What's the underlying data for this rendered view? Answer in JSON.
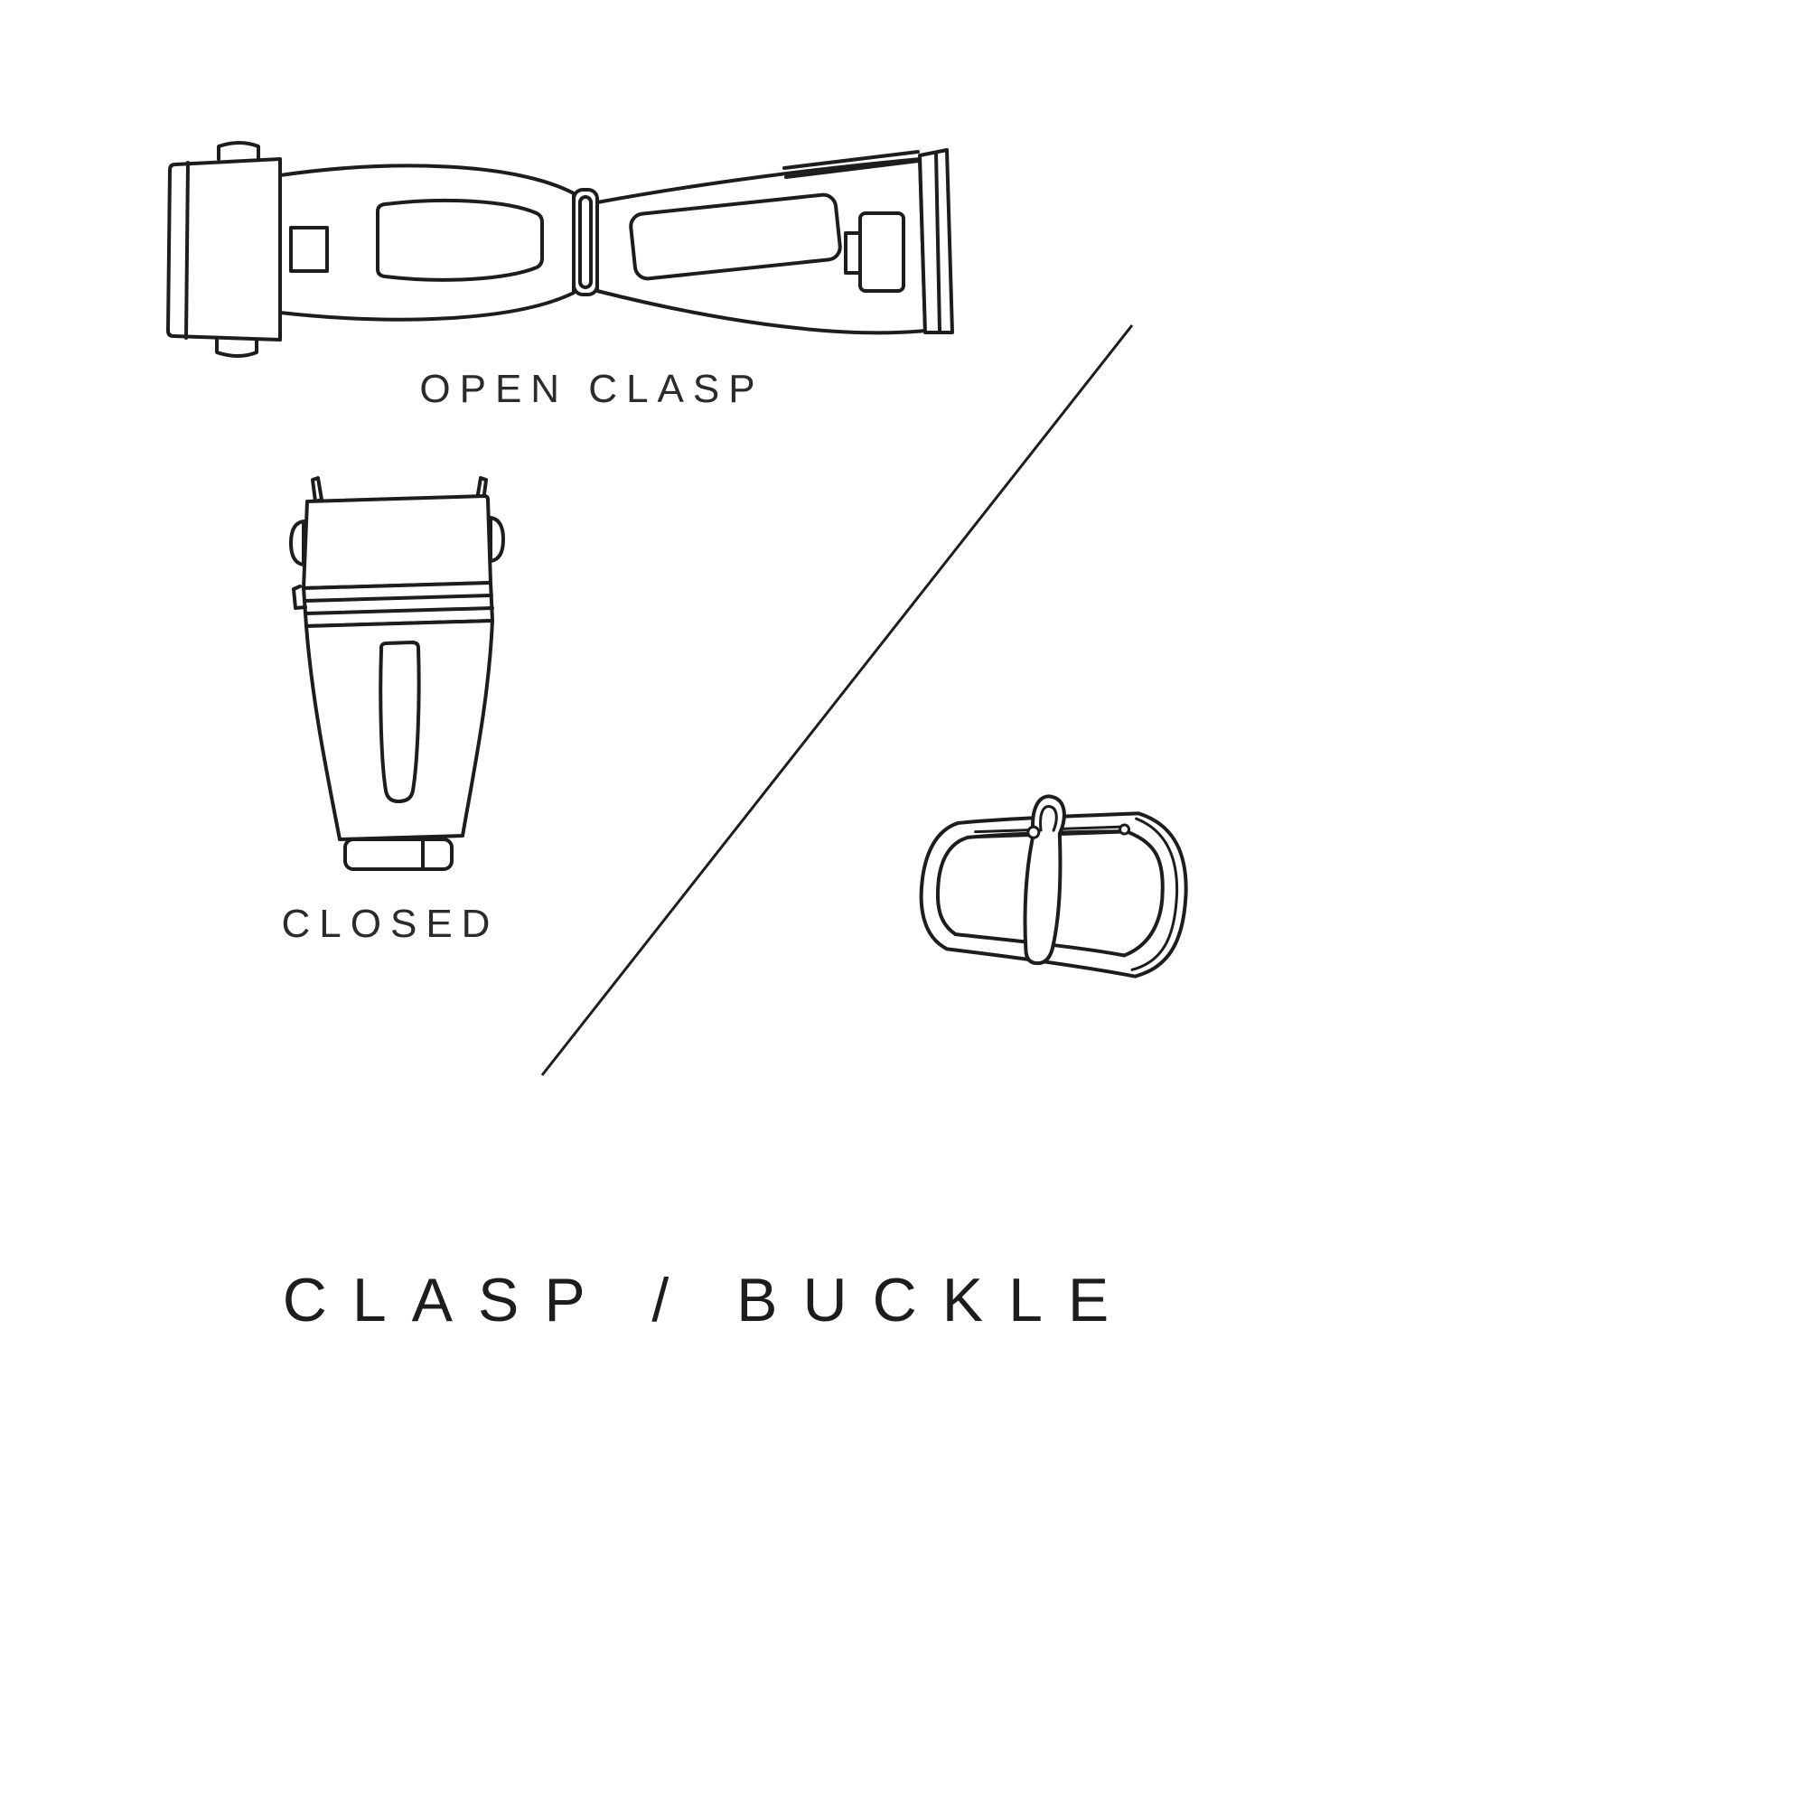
{
  "diagram": {
    "title": "CLASP / BUCKLE",
    "colors": {
      "background": "#ffffff",
      "line": "#1d1d1b",
      "text": "#2b2b2b"
    },
    "figures": {
      "open_clasp": {
        "label": "OPEN CLASP"
      },
      "closed_clasp": {
        "label": "CLOSED"
      },
      "buckle": {
        "label": ""
      }
    }
  }
}
